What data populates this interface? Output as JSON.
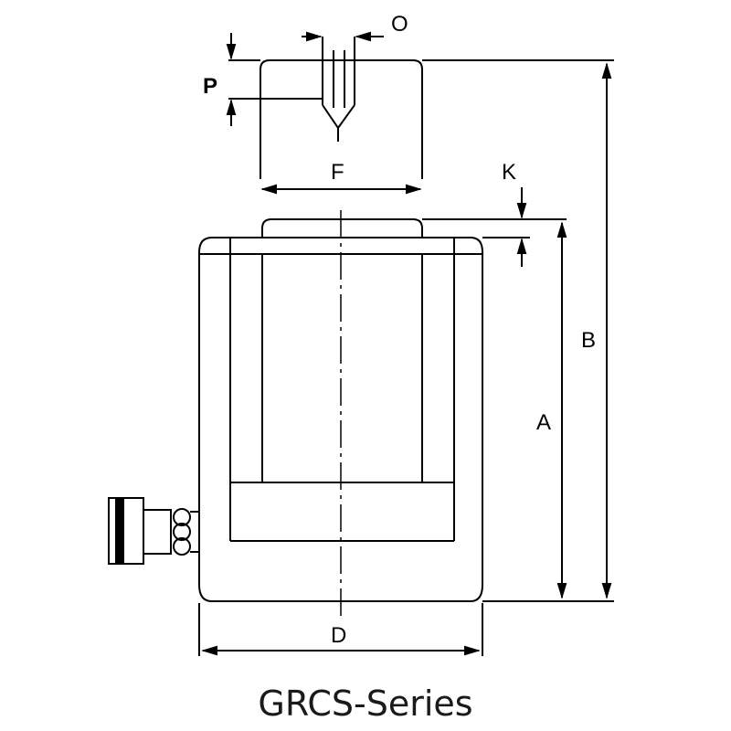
{
  "dimensions": {
    "O": "O",
    "P": "P",
    "F": "F",
    "K": "K",
    "B": "B",
    "A": "A",
    "D": "D"
  },
  "caption": "GRCS-Series",
  "line_color": "#000000"
}
